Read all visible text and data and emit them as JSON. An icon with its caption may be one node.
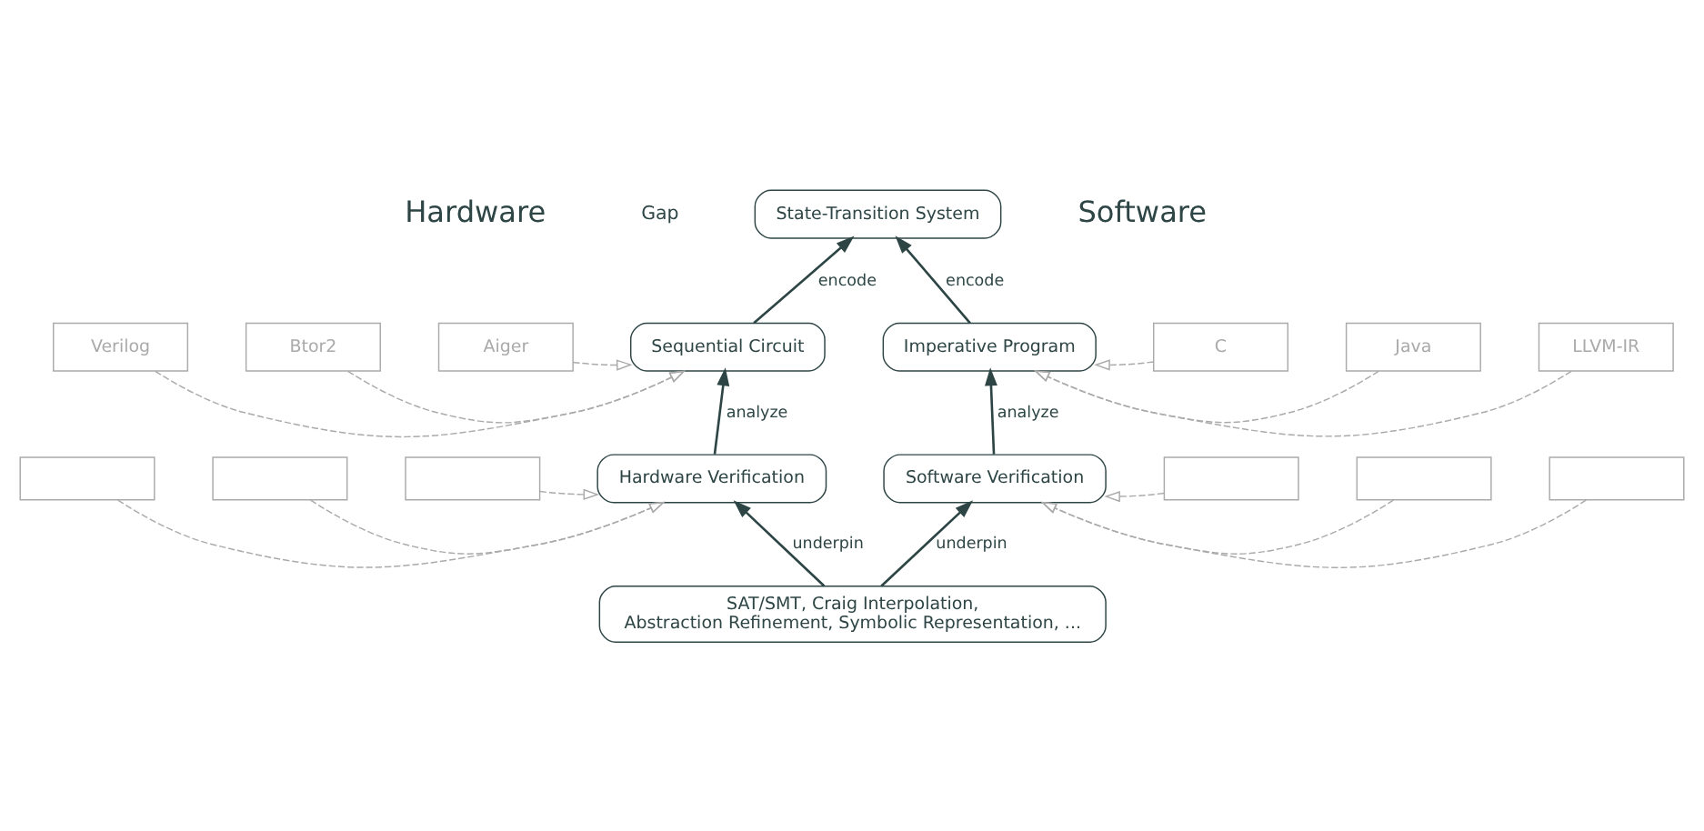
{
  "diagram": {
    "nodes": [
      {
        "text": [
          "Verilog"
        ]
      },
      {
        "text": [
          "State-Transition System"
        ]
      },
      {
        "text": [
          "LLVM-IR"
        ]
      },
      {
        "text": [
          "Btor2"
        ]
      },
      {
        "text": [
          "Java"
        ]
      },
      {
        "text": [
          "Aiger"
        ]
      },
      {
        "text": [
          "Sequential Circuit"
        ]
      },
      {
        "text": [
          "Imperative Program"
        ]
      },
      {
        "text": [
          "C"
        ]
      },
      {
        "text": [],
        "shape": "box"
      },
      {
        "text": [
          "Hardware Verification"
        ]
      },
      {
        "text": [
          "Software Verification"
        ]
      },
      {
        "text": [],
        "shape": "box"
      },
      {
        "text": [],
        "shape": "box"
      },
      {
        "text": [],
        "shape": "box"
      },
      {
        "text": [],
        "shape": "box"
      },
      {
        "text": [
          "SAT/SMT, Craig Interpolation, Abstraction Refinement, Symbolic Representation, ..."
        ]
      },
      {
        "text": [],
        "shape": "box"
      }
    ],
    "edges": [
      {
        "from": 6,
        "to": 1,
        "arrow": "to",
        "label": "encode",
        "color": "#2e4545"
      },
      {
        "from": 7,
        "to": 1,
        "arrow": "to",
        "label": "encode",
        "color": "#2e4545"
      },
      {
        "from": 10,
        "to": 6,
        "arrow": "to",
        "label": "analyze",
        "color": "#2e4545"
      },
      {
        "from": 11,
        "to": 7,
        "arrow": "to",
        "label": "analyze",
        "color": "#2e4545"
      },
      {
        "from": 16,
        "to": 10,
        "arrow": "to",
        "label": "underpin",
        "color": "#2e4545"
      },
      {
        "from": 16,
        "to": 11,
        "arrow": "to",
        "label": "underpin",
        "color": "#2e4545"
      },
      {
        "from": 0,
        "to": 6,
        "arrow": "to",
        "style": "dashed"
      },
      {
        "from": 3,
        "to": 6,
        "arrow": "to",
        "style": "dashed"
      },
      {
        "from": 5,
        "to": 6,
        "arrow": "to",
        "style": "dashed"
      },
      {
        "from": 2,
        "to": 7,
        "arrow": "to",
        "style": "dashed"
      },
      {
        "from": 4,
        "to": 7,
        "arrow": "to",
        "style": "dashed"
      },
      {
        "from": 8,
        "to": 7,
        "arrow": "to",
        "style": "dashed"
      },
      {
        "from": 9,
        "to": 10,
        "arrow": "to",
        "style": "dashed"
      },
      {
        "from": 12,
        "to": 10,
        "arrow": "to",
        "style": "dashed"
      },
      {
        "from": 13,
        "to": 10,
        "arrow": "to",
        "style": "dashed"
      },
      {
        "from": 14,
        "to": 11,
        "arrow": "to",
        "style": "dashed"
      },
      {
        "from": 15,
        "to": 11,
        "arrow": "to",
        "style": "dashed"
      },
      {
        "from": 17,
        "to": 11,
        "arrow": "to",
        "style": "dashed"
      }
    ],
    "labels": [
      "Hardware",
      "Gap",
      "Software"
    ]
  }
}
